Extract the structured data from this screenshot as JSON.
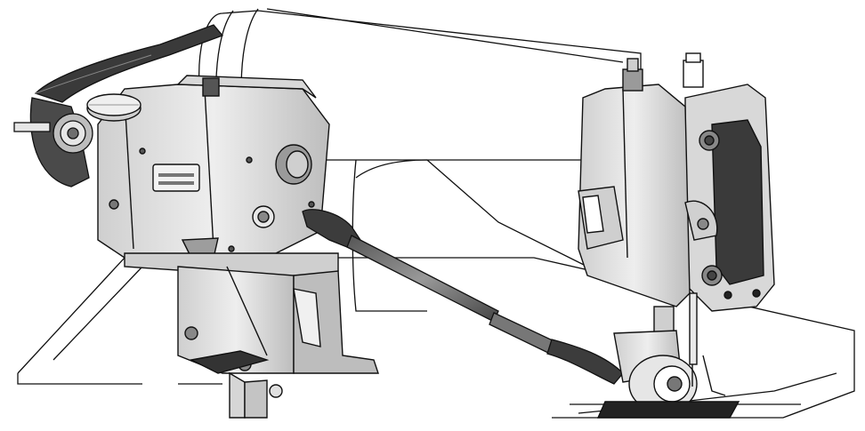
{
  "figure": {
    "description_visible_text": "",
    "parts": [
      {
        "id": "machine-arm",
        "kind": "outline"
      },
      {
        "id": "machine-bed",
        "kind": "outline"
      },
      {
        "id": "belt",
        "kind": "drive-belt"
      },
      {
        "id": "feeder-unit",
        "kind": "gearbox"
      },
      {
        "id": "mounting-bracket",
        "kind": "bracket"
      },
      {
        "id": "drive-shaft",
        "kind": "flex-shaft"
      },
      {
        "id": "roller-assembly",
        "kind": "roller"
      },
      {
        "id": "sewing-head",
        "kind": "head"
      }
    ]
  },
  "colors": {
    "outline": "#111111",
    "light_gray": "#e6e6e6",
    "mid_gray": "#bdbdbd",
    "dark_gray": "#6e6e6e",
    "black": "#222222",
    "white": "#ffffff"
  }
}
